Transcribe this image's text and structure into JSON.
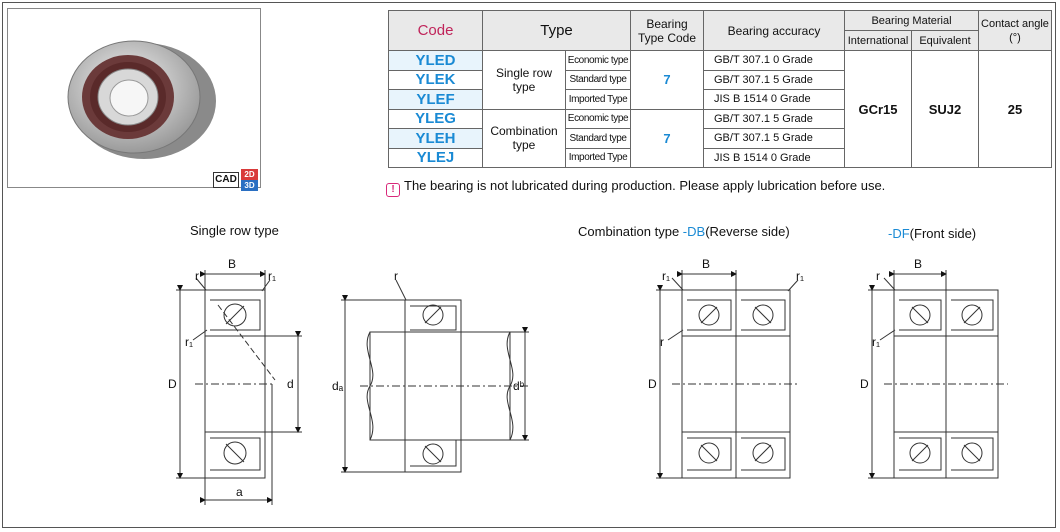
{
  "cad_badge": {
    "label": "CAD",
    "b2d": "2D",
    "b3d": "3D"
  },
  "table": {
    "headers": {
      "code": "Code",
      "type": "Type",
      "type_code": "Bearing\nType Code",
      "accuracy": "Bearing accuracy",
      "material": "Bearing Material",
      "international": "International",
      "equivalent": "Equivalent",
      "contact_angle": "Contact angle\n(°)"
    },
    "rows": [
      {
        "code": "YLED",
        "subtype": "Economic type",
        "accuracy": "GB/T 307.1  0  Grade"
      },
      {
        "code": "YLEK",
        "subtype": "Standard type",
        "accuracy": "GB/T 307.1  5  Grade"
      },
      {
        "code": "YLEF",
        "subtype": "Imported Type",
        "accuracy": "JIS  B 1514  0  Grade"
      },
      {
        "code": "YLEG",
        "subtype": "Economic type",
        "accuracy": "GB/T 307.1  5  Grade"
      },
      {
        "code": "YLEH",
        "subtype": "Standard type",
        "accuracy": "GB/T 307.1  5  Grade"
      },
      {
        "code": "YLEJ",
        "subtype": "Imported Type",
        "accuracy": "JIS  B 1514  0  Grade"
      }
    ],
    "groups": [
      {
        "type": "Single row type",
        "type_code": "7"
      },
      {
        "type": "Combination type",
        "type_code": "7"
      }
    ],
    "material_international": "GCr15",
    "material_equivalent": "SUJ2",
    "contact_angle": "25"
  },
  "note": {
    "icon": "!",
    "text": "The bearing is not lubricated during production. Please apply lubrication before use."
  },
  "diagrams": {
    "single_title": "Single row type",
    "combo_title": "Combination type",
    "db_code": "-DB",
    "db_label": "(Reverse side)",
    "df_code": "-DF",
    "df_label": "(Front side)",
    "labels": {
      "B": "B",
      "D": "D",
      "d": "d",
      "a": "a",
      "r": "r",
      "r1": "r₁",
      "da": "dₐ",
      "db": "dᵇ"
    }
  },
  "colors": {
    "code_blue": "#1a8ad4",
    "header_magenta": "#c0245a",
    "cad_red": "#d93a3a",
    "cad_blue": "#2a6fc2"
  }
}
